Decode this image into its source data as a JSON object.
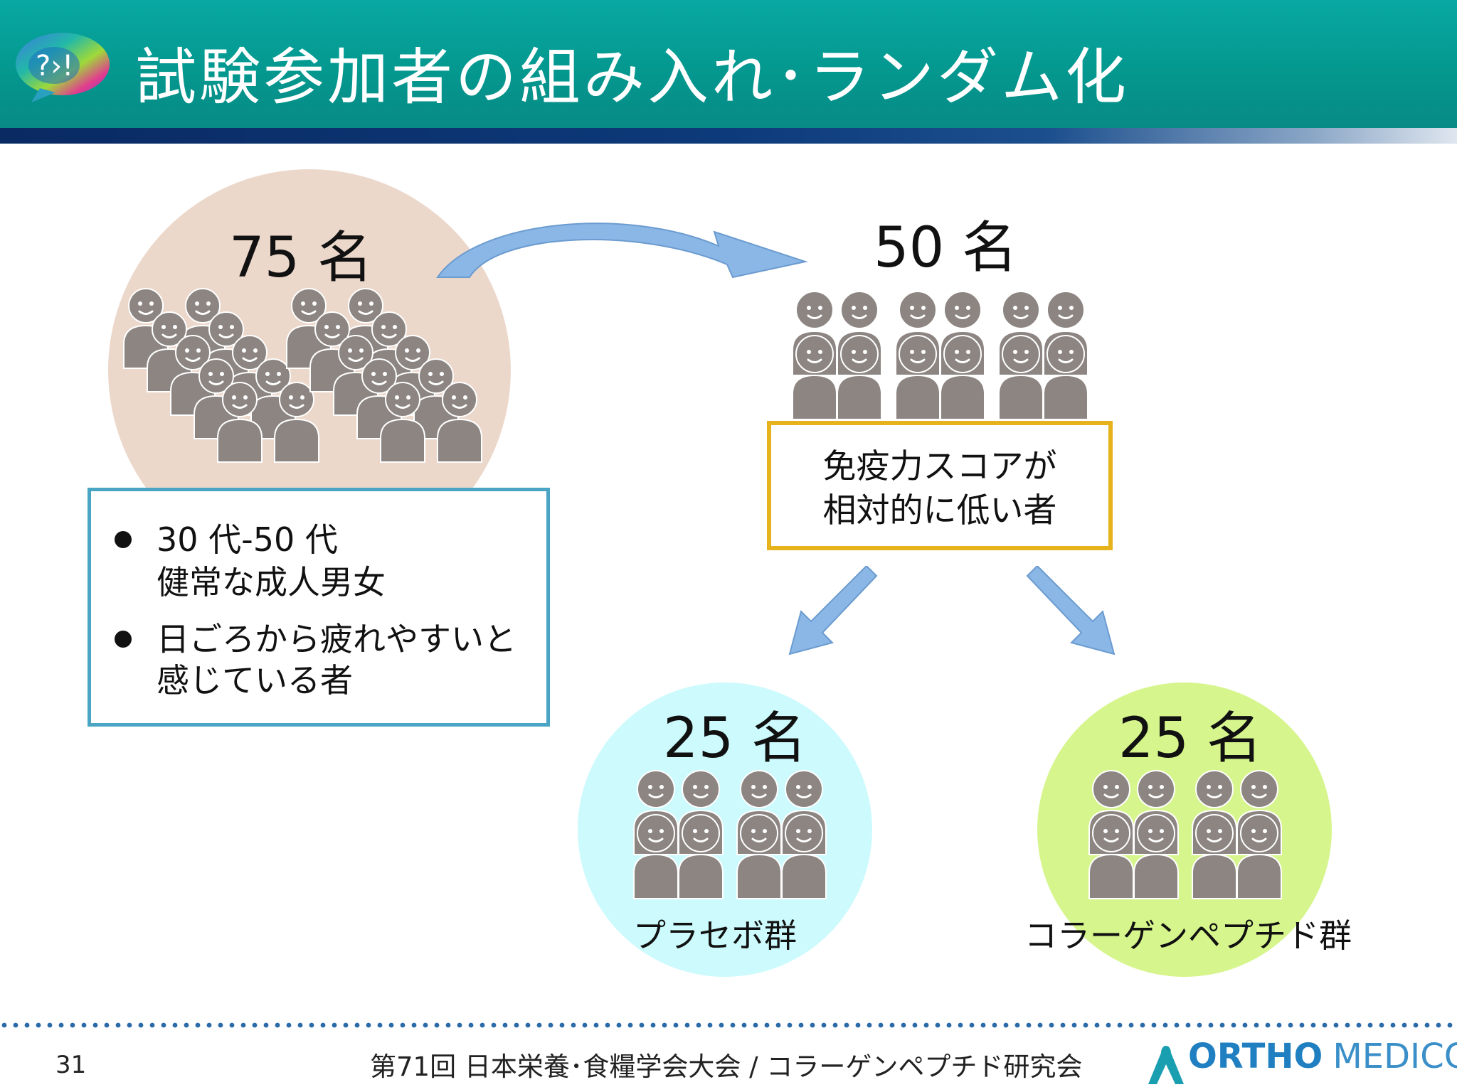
{
  "slide": {
    "title": "試験参加者の組み入れ･ランダム化",
    "page_number": "31",
    "footer": "第71回 日本栄養･食糧学会大会 / コラーゲンペプチド研究会",
    "logo": {
      "ortho": "ORTHO",
      "medico": "MEDICO"
    }
  },
  "diagram": {
    "enrolled": {
      "count": "75 名",
      "criteria": [
        {
          "line1": "30 代-50 代",
          "line2": "健常な成人男女"
        },
        {
          "line1": "日ごろから疲れやすいと",
          "line2": "感じている者"
        }
      ]
    },
    "selected": {
      "count": "50 名",
      "condition": {
        "line1": "免疫力スコアが",
        "line2": "相対的に低い者"
      }
    },
    "groups": [
      {
        "count": "25 名",
        "label": "プラセボ群"
      },
      {
        "count": "25 名",
        "label": "コラーゲンペプチド群"
      }
    ]
  },
  "colors": {
    "header": "#05a39b",
    "enrolled_circle": "#ecd8cb",
    "placebo_circle": "#ccfafd",
    "collagen_circle": "#d6f58c",
    "criteria_border": "#4aa4c4",
    "condition_border": "#e6b31c",
    "arrow": "#8ab7e6",
    "person": "#8c8582"
  }
}
